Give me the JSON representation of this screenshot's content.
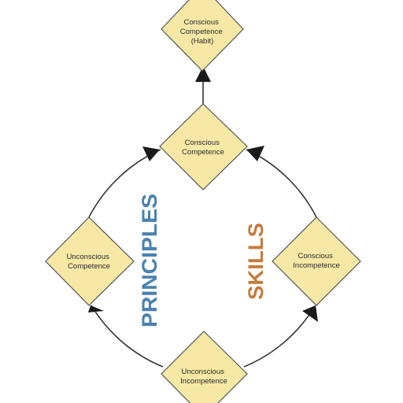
{
  "colors": {
    "node_fill": "#f7e8a6",
    "node_stroke": "#555555",
    "line": "#333333",
    "arrow": "#1a1a1a",
    "principles": "#4a82b0",
    "skills": "#c87a3e"
  },
  "nodes": {
    "top": {
      "lines": [
        "Conscious",
        "Competence",
        "(Habit)"
      ]
    },
    "center": {
      "lines": [
        "Conscious",
        "Competence"
      ]
    },
    "left": {
      "lines": [
        "Unconscious",
        "Competence"
      ]
    },
    "right": {
      "lines": [
        "Conscious",
        "Incompetence"
      ]
    },
    "bottom": {
      "lines": [
        "Unconscious",
        "Incompetence"
      ]
    }
  },
  "labels": {
    "principles": "PRINCIPLES",
    "skills": "SKILLS"
  },
  "icons": [
    "arrowhead-icon"
  ]
}
